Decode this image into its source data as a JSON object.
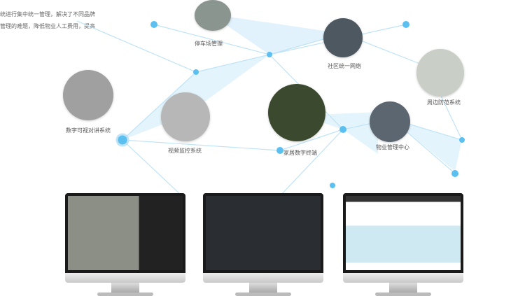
{
  "intro": {
    "line1": "统进行集中统一管理，解决了不同品牌",
    "line2": "管理的难题，降低物业人工费用，提高"
  },
  "nodes": {
    "parking": "停车场管理",
    "network": "社区统一网络",
    "perimeter": "周边防范系统",
    "intercom": "数字可视对讲系统",
    "video": "视频监控系统",
    "home": "家居数字终端",
    "property": "物业管理中心"
  },
  "colors": {
    "line": "#bfe3f7",
    "node": "#5bc0f0",
    "fill": "#d9effb"
  }
}
